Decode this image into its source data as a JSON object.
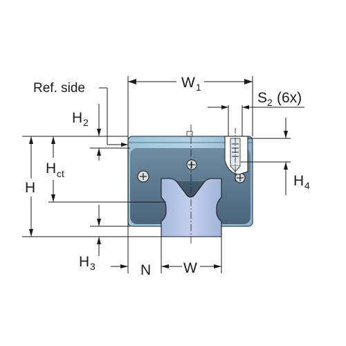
{
  "labels": {
    "ref_side": "Ref. side",
    "w1_main": "W",
    "w1_sub": "1",
    "s2_main": "S",
    "s2_sub": "2",
    "s2_suffix": "(6x)",
    "h2_main": "H",
    "h2_sub": "2",
    "hct_main": "H",
    "hct_sub": "ct",
    "h_main": "H",
    "h4_main": "H",
    "h4_sub": "4",
    "h3_main": "H",
    "h3_sub": "3",
    "n_main": "N",
    "w_main": "W"
  },
  "colors": {
    "carriage_light": "#a9cbe0",
    "carriage_dark": "#4f6e84",
    "carriage_shade": "#7f9cb3",
    "rail": "#b7c6e6",
    "line": "#1a1a1a"
  },
  "icons": {
    "screw_left": "phillips-screw-icon",
    "screw_center": "phillips-screw-icon",
    "screw_right": "phillips-screw-icon"
  }
}
